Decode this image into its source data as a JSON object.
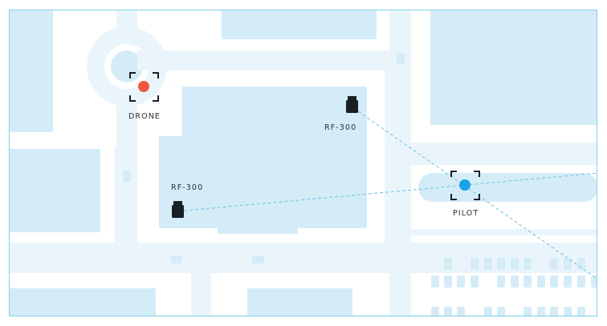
{
  "map": {
    "colors": {
      "road": "#eaf5fb",
      "building": "#d4ecf8",
      "building_dark": "#c8e6f5",
      "frame": "#7fd0e6",
      "link_line": "#6cc3de",
      "drone": "#f2583e",
      "pilot": "#1aa2e6",
      "sensor": "#1a1f26",
      "bracket": "#1a1f26",
      "label": "#2a2f35"
    },
    "markers": {
      "drone": {
        "label": "DRONE",
        "icon": "drone-dot-icon"
      },
      "pilot": {
        "label": "PILOT",
        "icon": "pilot-dot-icon"
      },
      "sensor_a": {
        "label": "RF-300",
        "icon": "rf-sensor-icon"
      },
      "sensor_b": {
        "label": "RF-300",
        "icon": "rf-sensor-icon"
      }
    }
  }
}
